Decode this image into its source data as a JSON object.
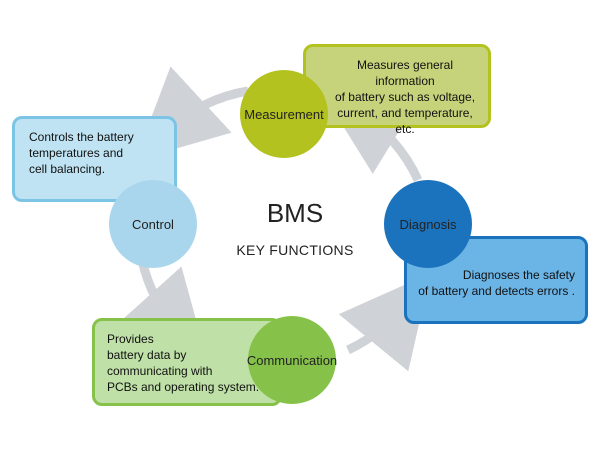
{
  "center": {
    "title": "BMS",
    "subtitle": "KEY FUNCTIONS"
  },
  "nodes": {
    "measurement": {
      "label": "Measurement",
      "color": "#b3c21f"
    },
    "diagnosis": {
      "label": "Diagnosis",
      "color": "#1b73bd"
    },
    "communication": {
      "label": "Communication",
      "color": "#86c24a"
    },
    "control": {
      "label": "Control",
      "color": "#a9d6ec"
    }
  },
  "callouts": {
    "measurement": {
      "lines": [
        "Measures general information",
        "of battery such as voltage,",
        "current, and temperature,",
        "etc."
      ],
      "fill": "#c7d37a",
      "border": "#b3c21f"
    },
    "diagnosis": {
      "lines": [
        "Diagnoses the safety",
        "of battery and detects errors ."
      ],
      "fill": "#6ab4e6",
      "border": "#1b73bd"
    },
    "communication": {
      "lines": [
        "Provides",
        "battery data by",
        "communicating with",
        "PCBs and operating system."
      ],
      "fill": "#bfe0a6",
      "border": "#86c24a"
    },
    "control": {
      "lines": [
        "Controls the battery",
        "temperatures and",
        "cell balancing."
      ],
      "fill": "#bfe3f3",
      "border": "#7cc4e6"
    }
  },
  "arrow_color": "#cfd2d6"
}
